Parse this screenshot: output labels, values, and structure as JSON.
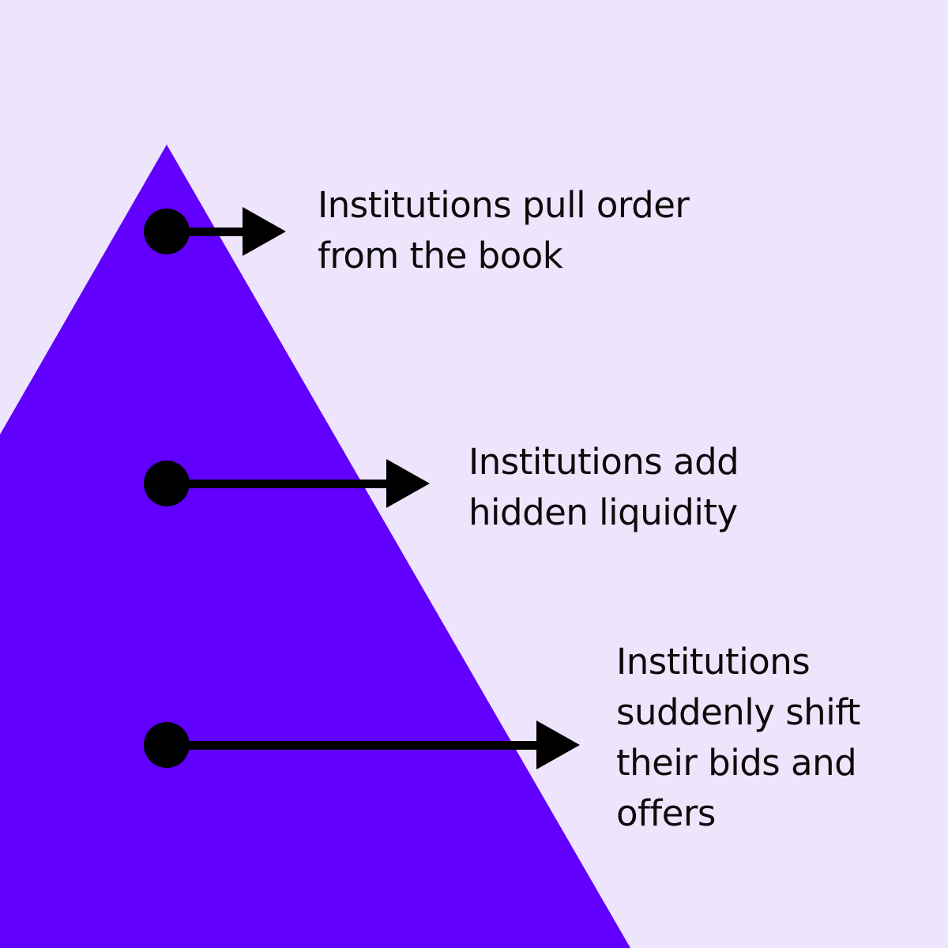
{
  "colors": {
    "background": "#EEE5FC",
    "triangle": "#6100FF",
    "marker": "#000000",
    "text": "#0b0b0b"
  },
  "items": [
    {
      "lines": [
        "Institutions pull order",
        "from the book"
      ]
    },
    {
      "lines": [
        "Institutions add",
        "hidden liquidity"
      ]
    },
    {
      "lines": [
        "Institutions",
        "suddenly shift",
        "their bids and",
        "offers"
      ]
    }
  ]
}
